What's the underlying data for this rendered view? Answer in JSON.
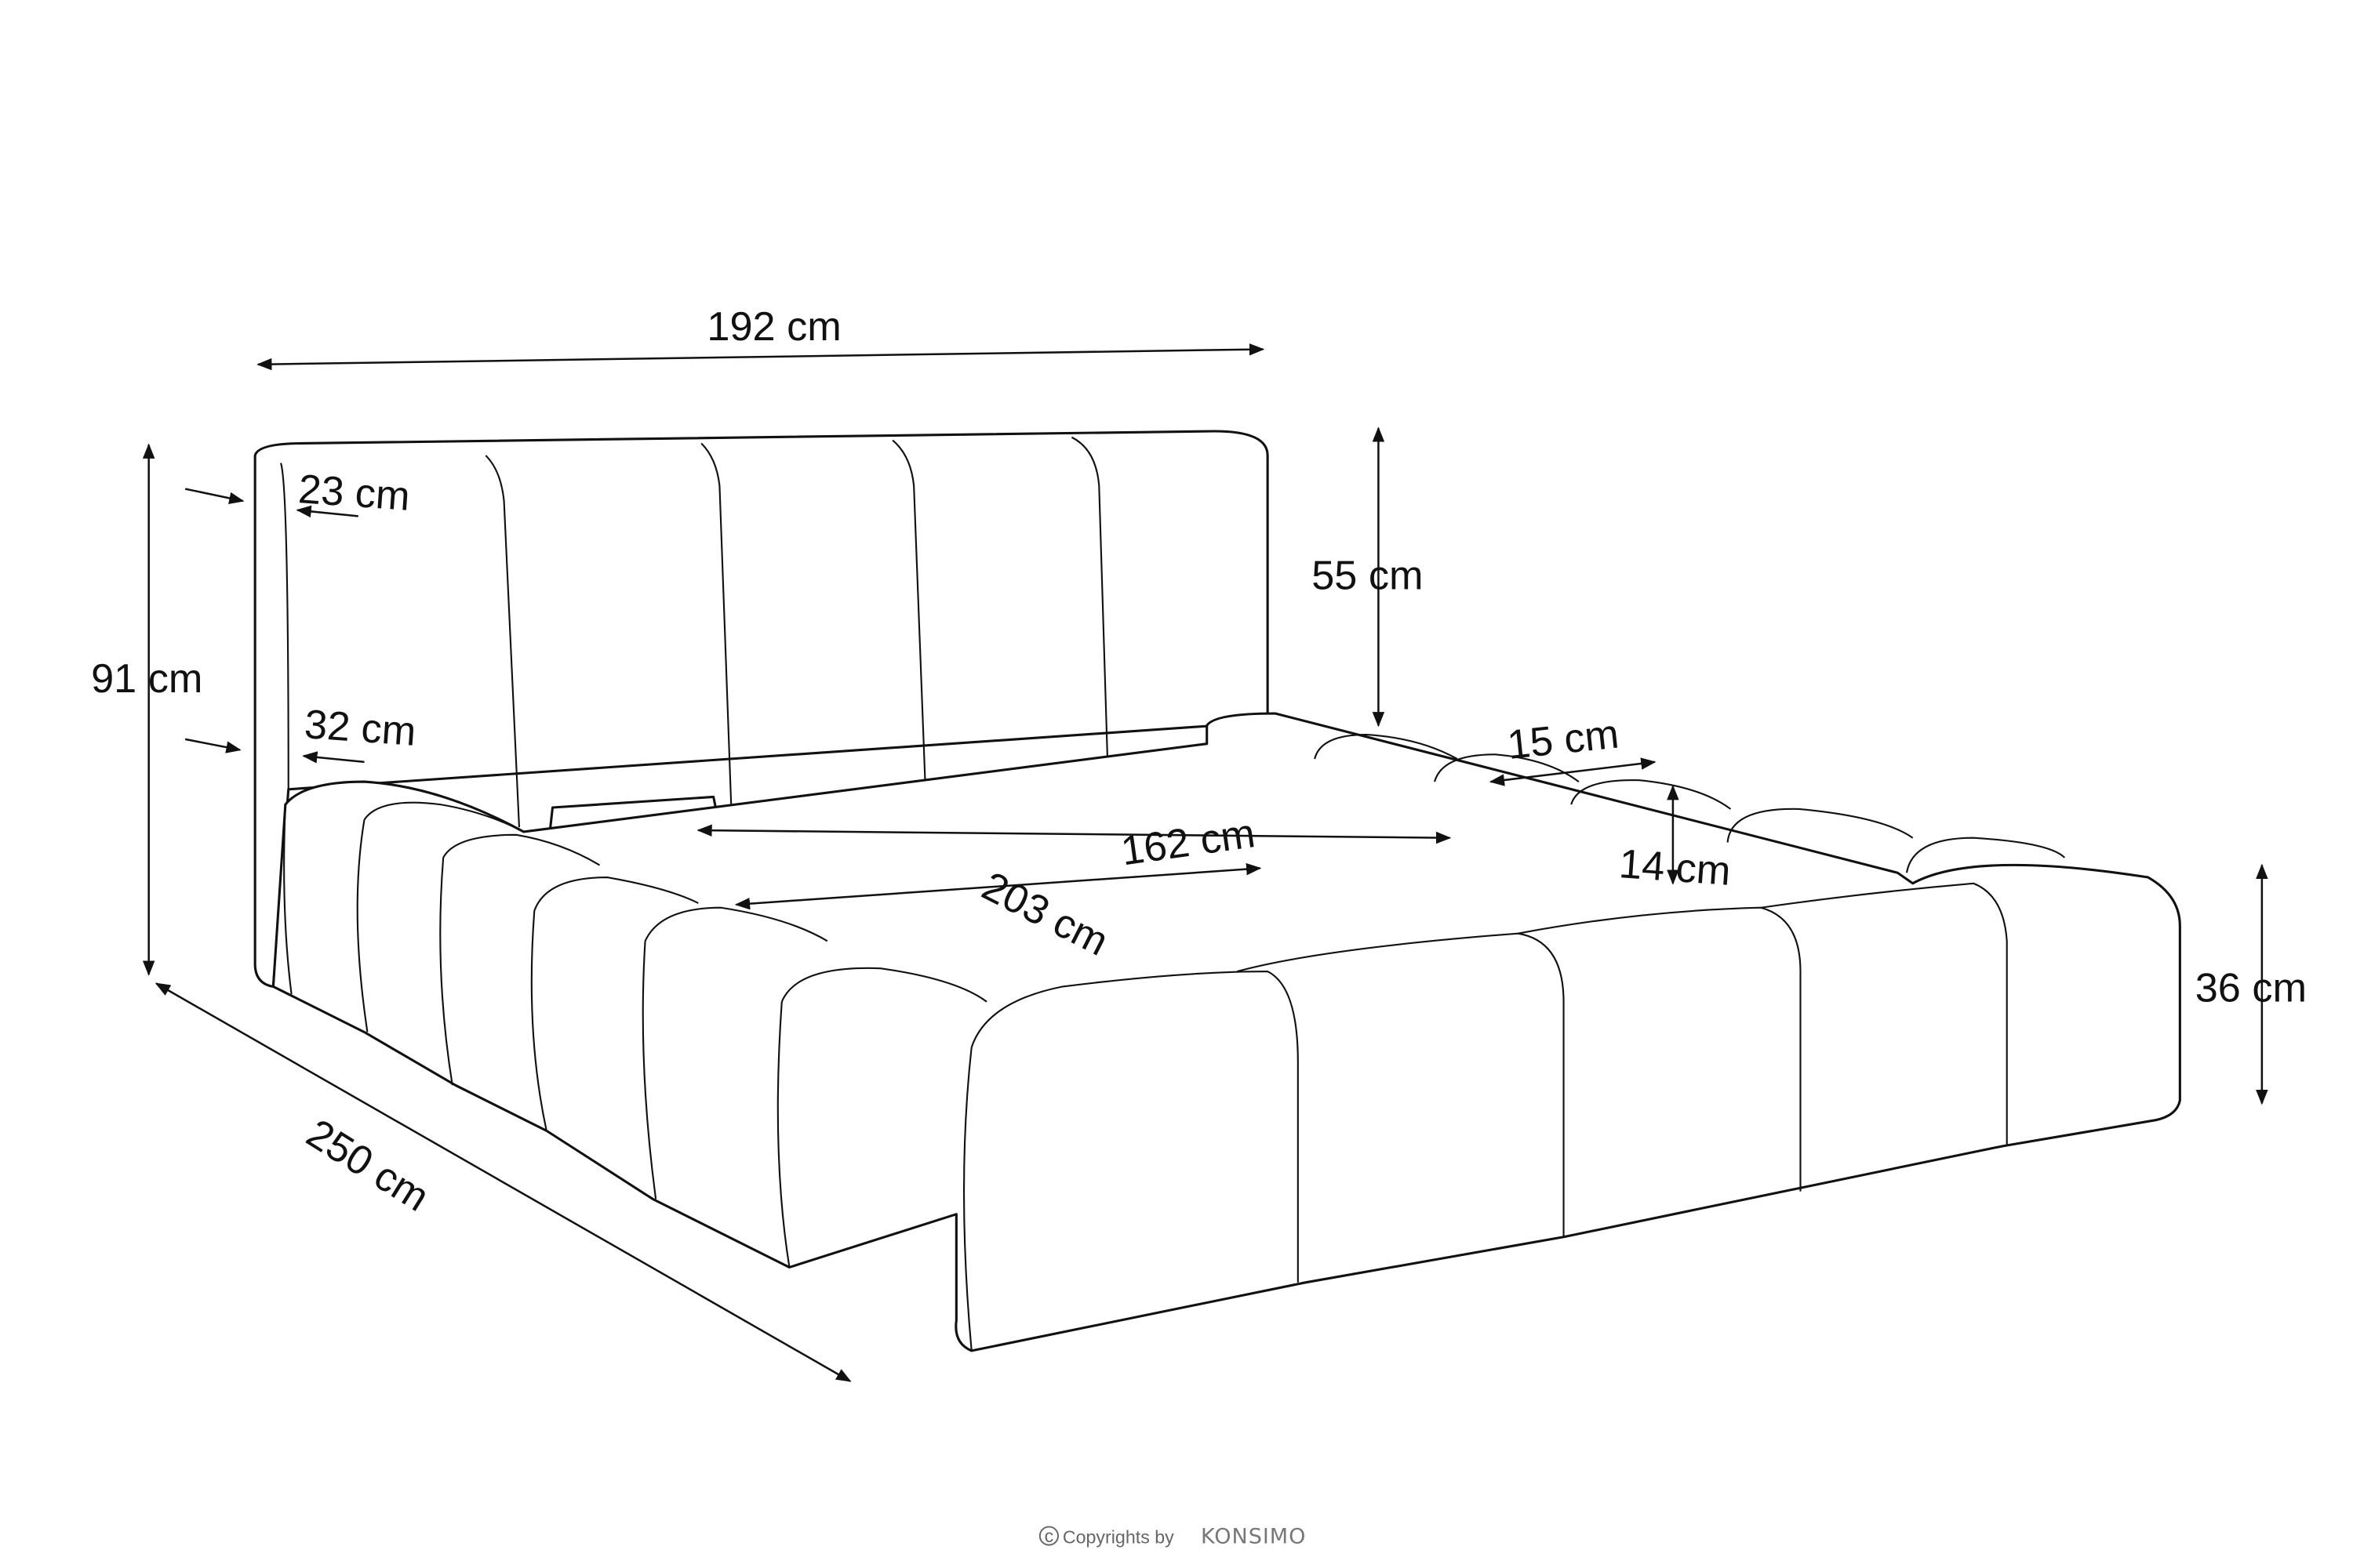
{
  "dimensions": {
    "total_width": "192 cm",
    "headboard_top_depth": "23 cm",
    "total_height": "91 cm",
    "headboard_bottom_depth": "32 cm",
    "headboard_height": "55 cm",
    "side_rail_width": "15 cm",
    "mattress_width": "162 cm",
    "mattress_length": "203 cm",
    "mattress_recess": "14 cm",
    "frame_height": "36 cm",
    "total_length": "250 cm"
  },
  "footer": {
    "copyright": "Copyrights by",
    "brand": "KONSIMO"
  },
  "colors": {
    "line": "#111111",
    "copyright": "#666666"
  }
}
